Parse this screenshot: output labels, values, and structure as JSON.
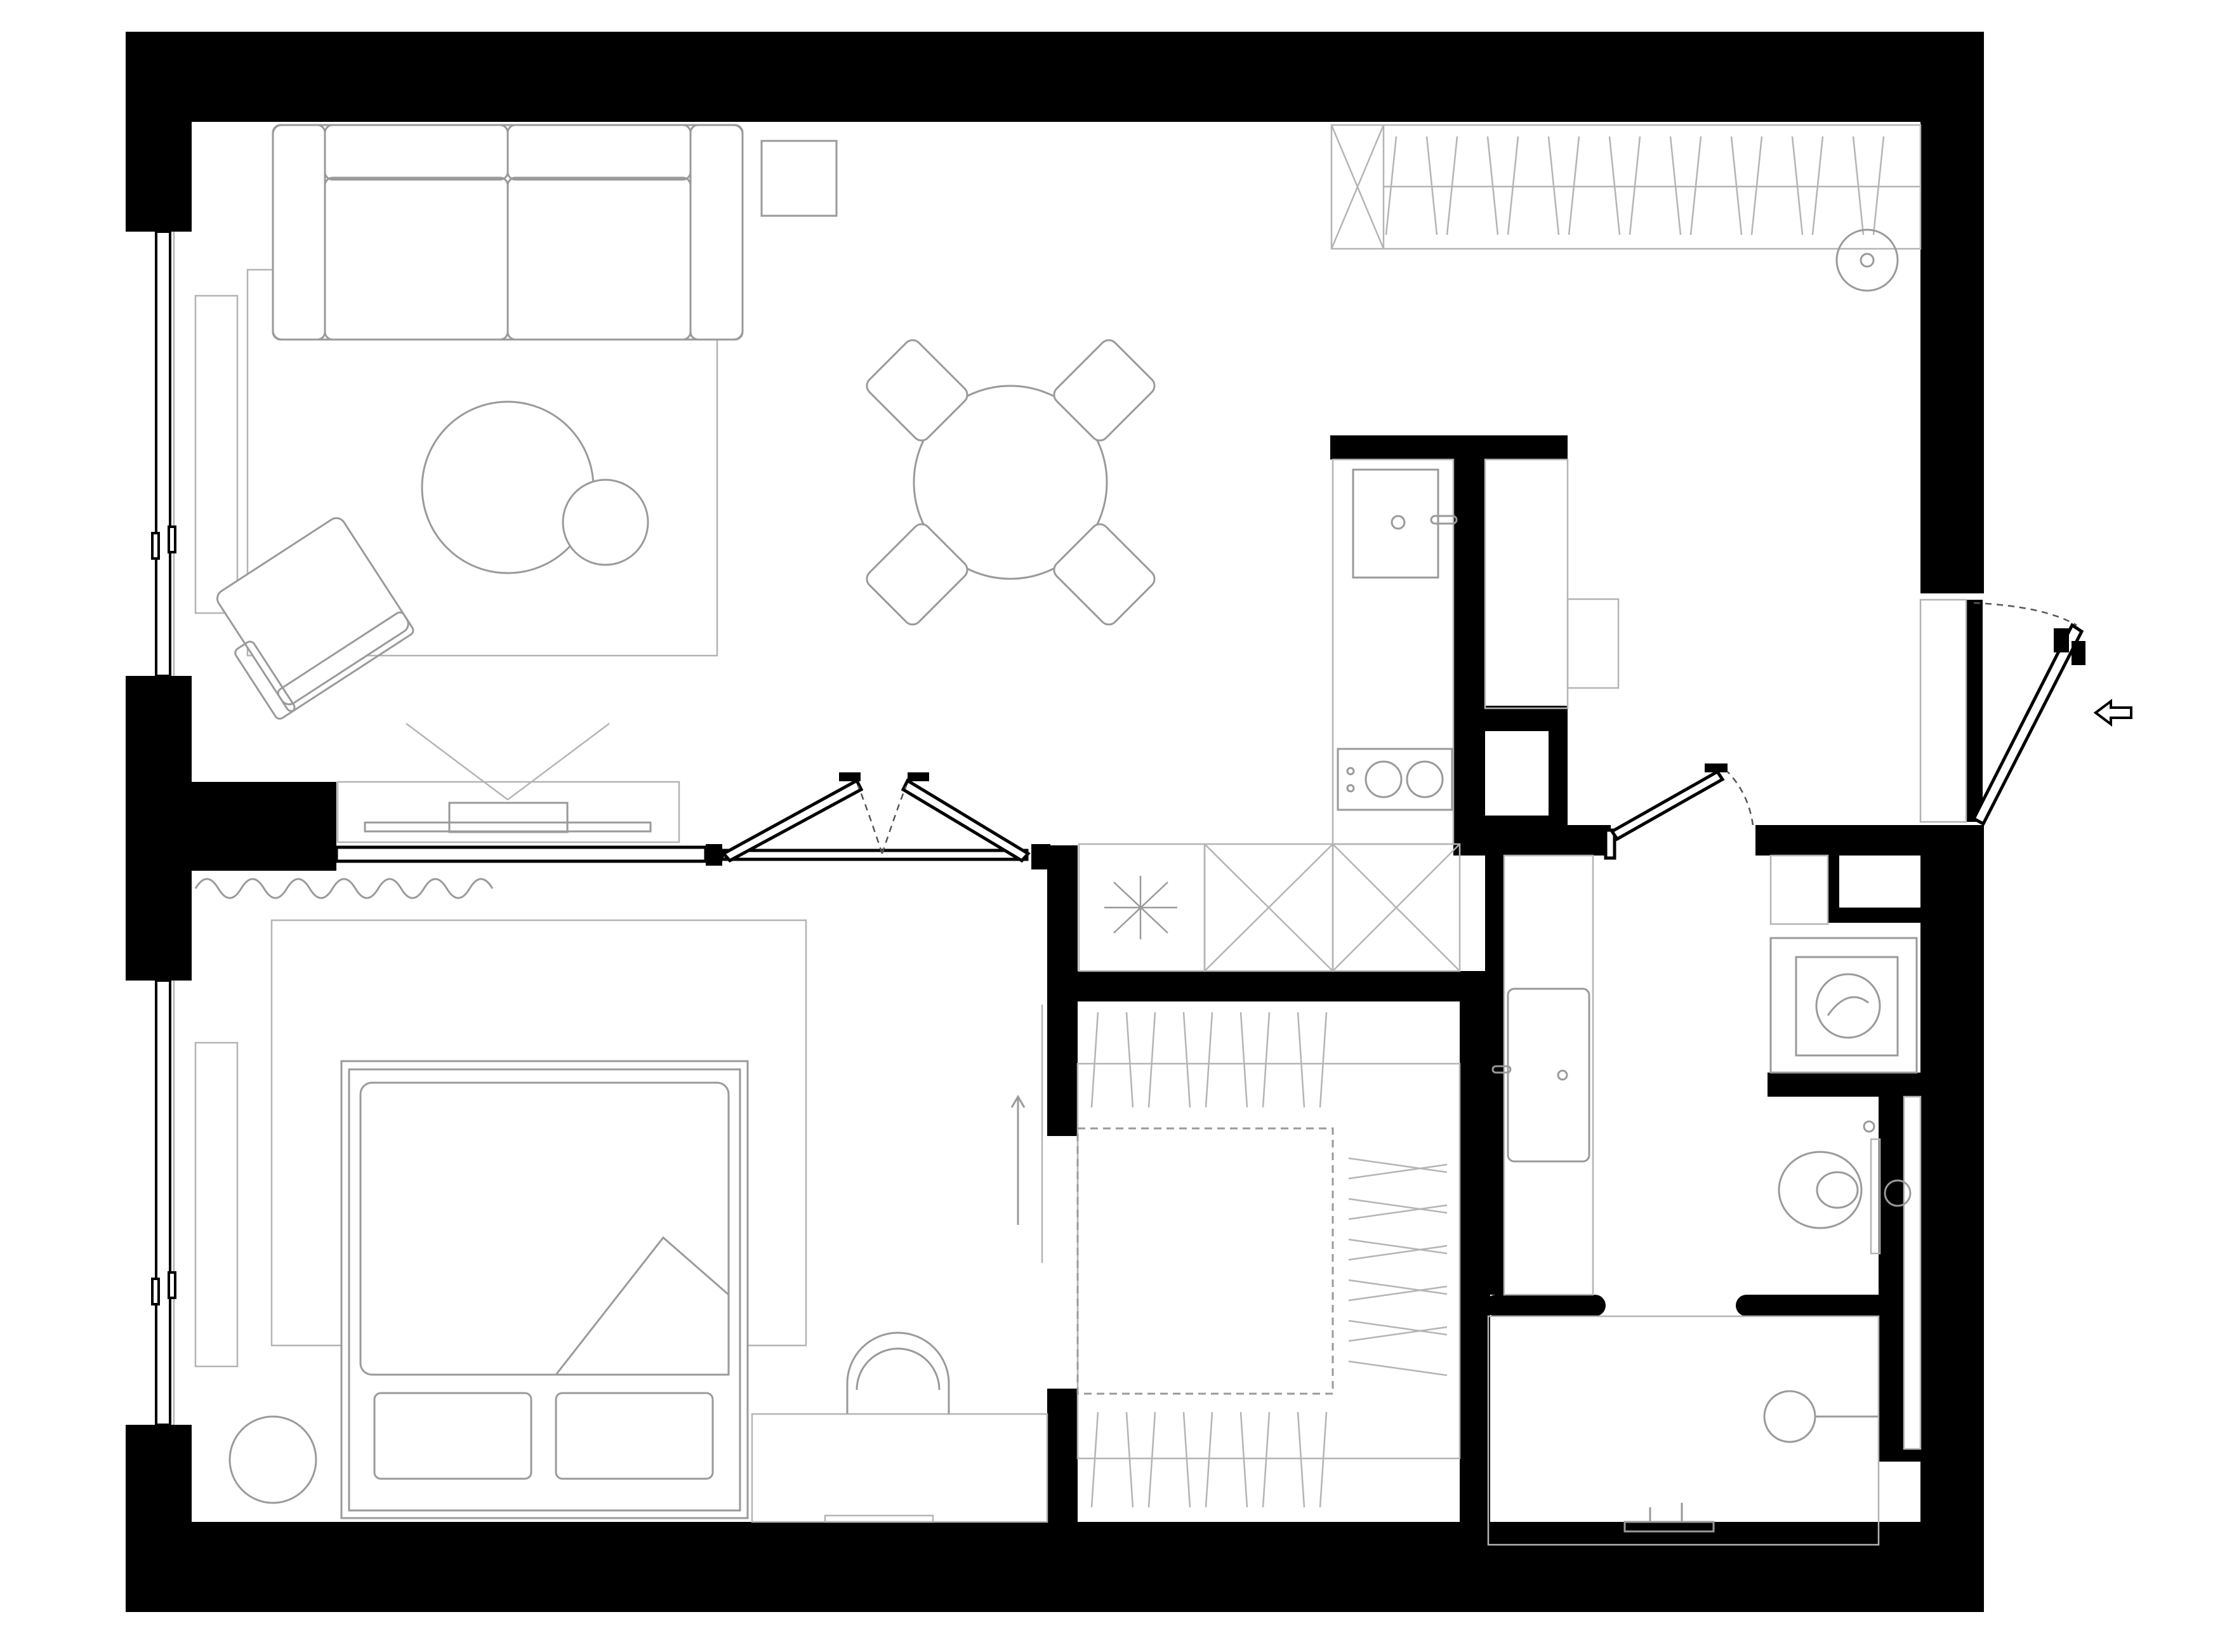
{
  "plan": {
    "colors": {
      "wall": "#000000",
      "furniture": "#9a9a9a",
      "background": "#ffffff"
    },
    "icons": [
      "entrance-arrow-icon",
      "stove-icon",
      "sink-icon",
      "toilet-icon",
      "washing-machine-icon"
    ],
    "rooms": [
      "living-room",
      "dining-area",
      "kitchen",
      "hallway",
      "bedroom",
      "walk-in-closet",
      "bathroom",
      "wc"
    ]
  }
}
